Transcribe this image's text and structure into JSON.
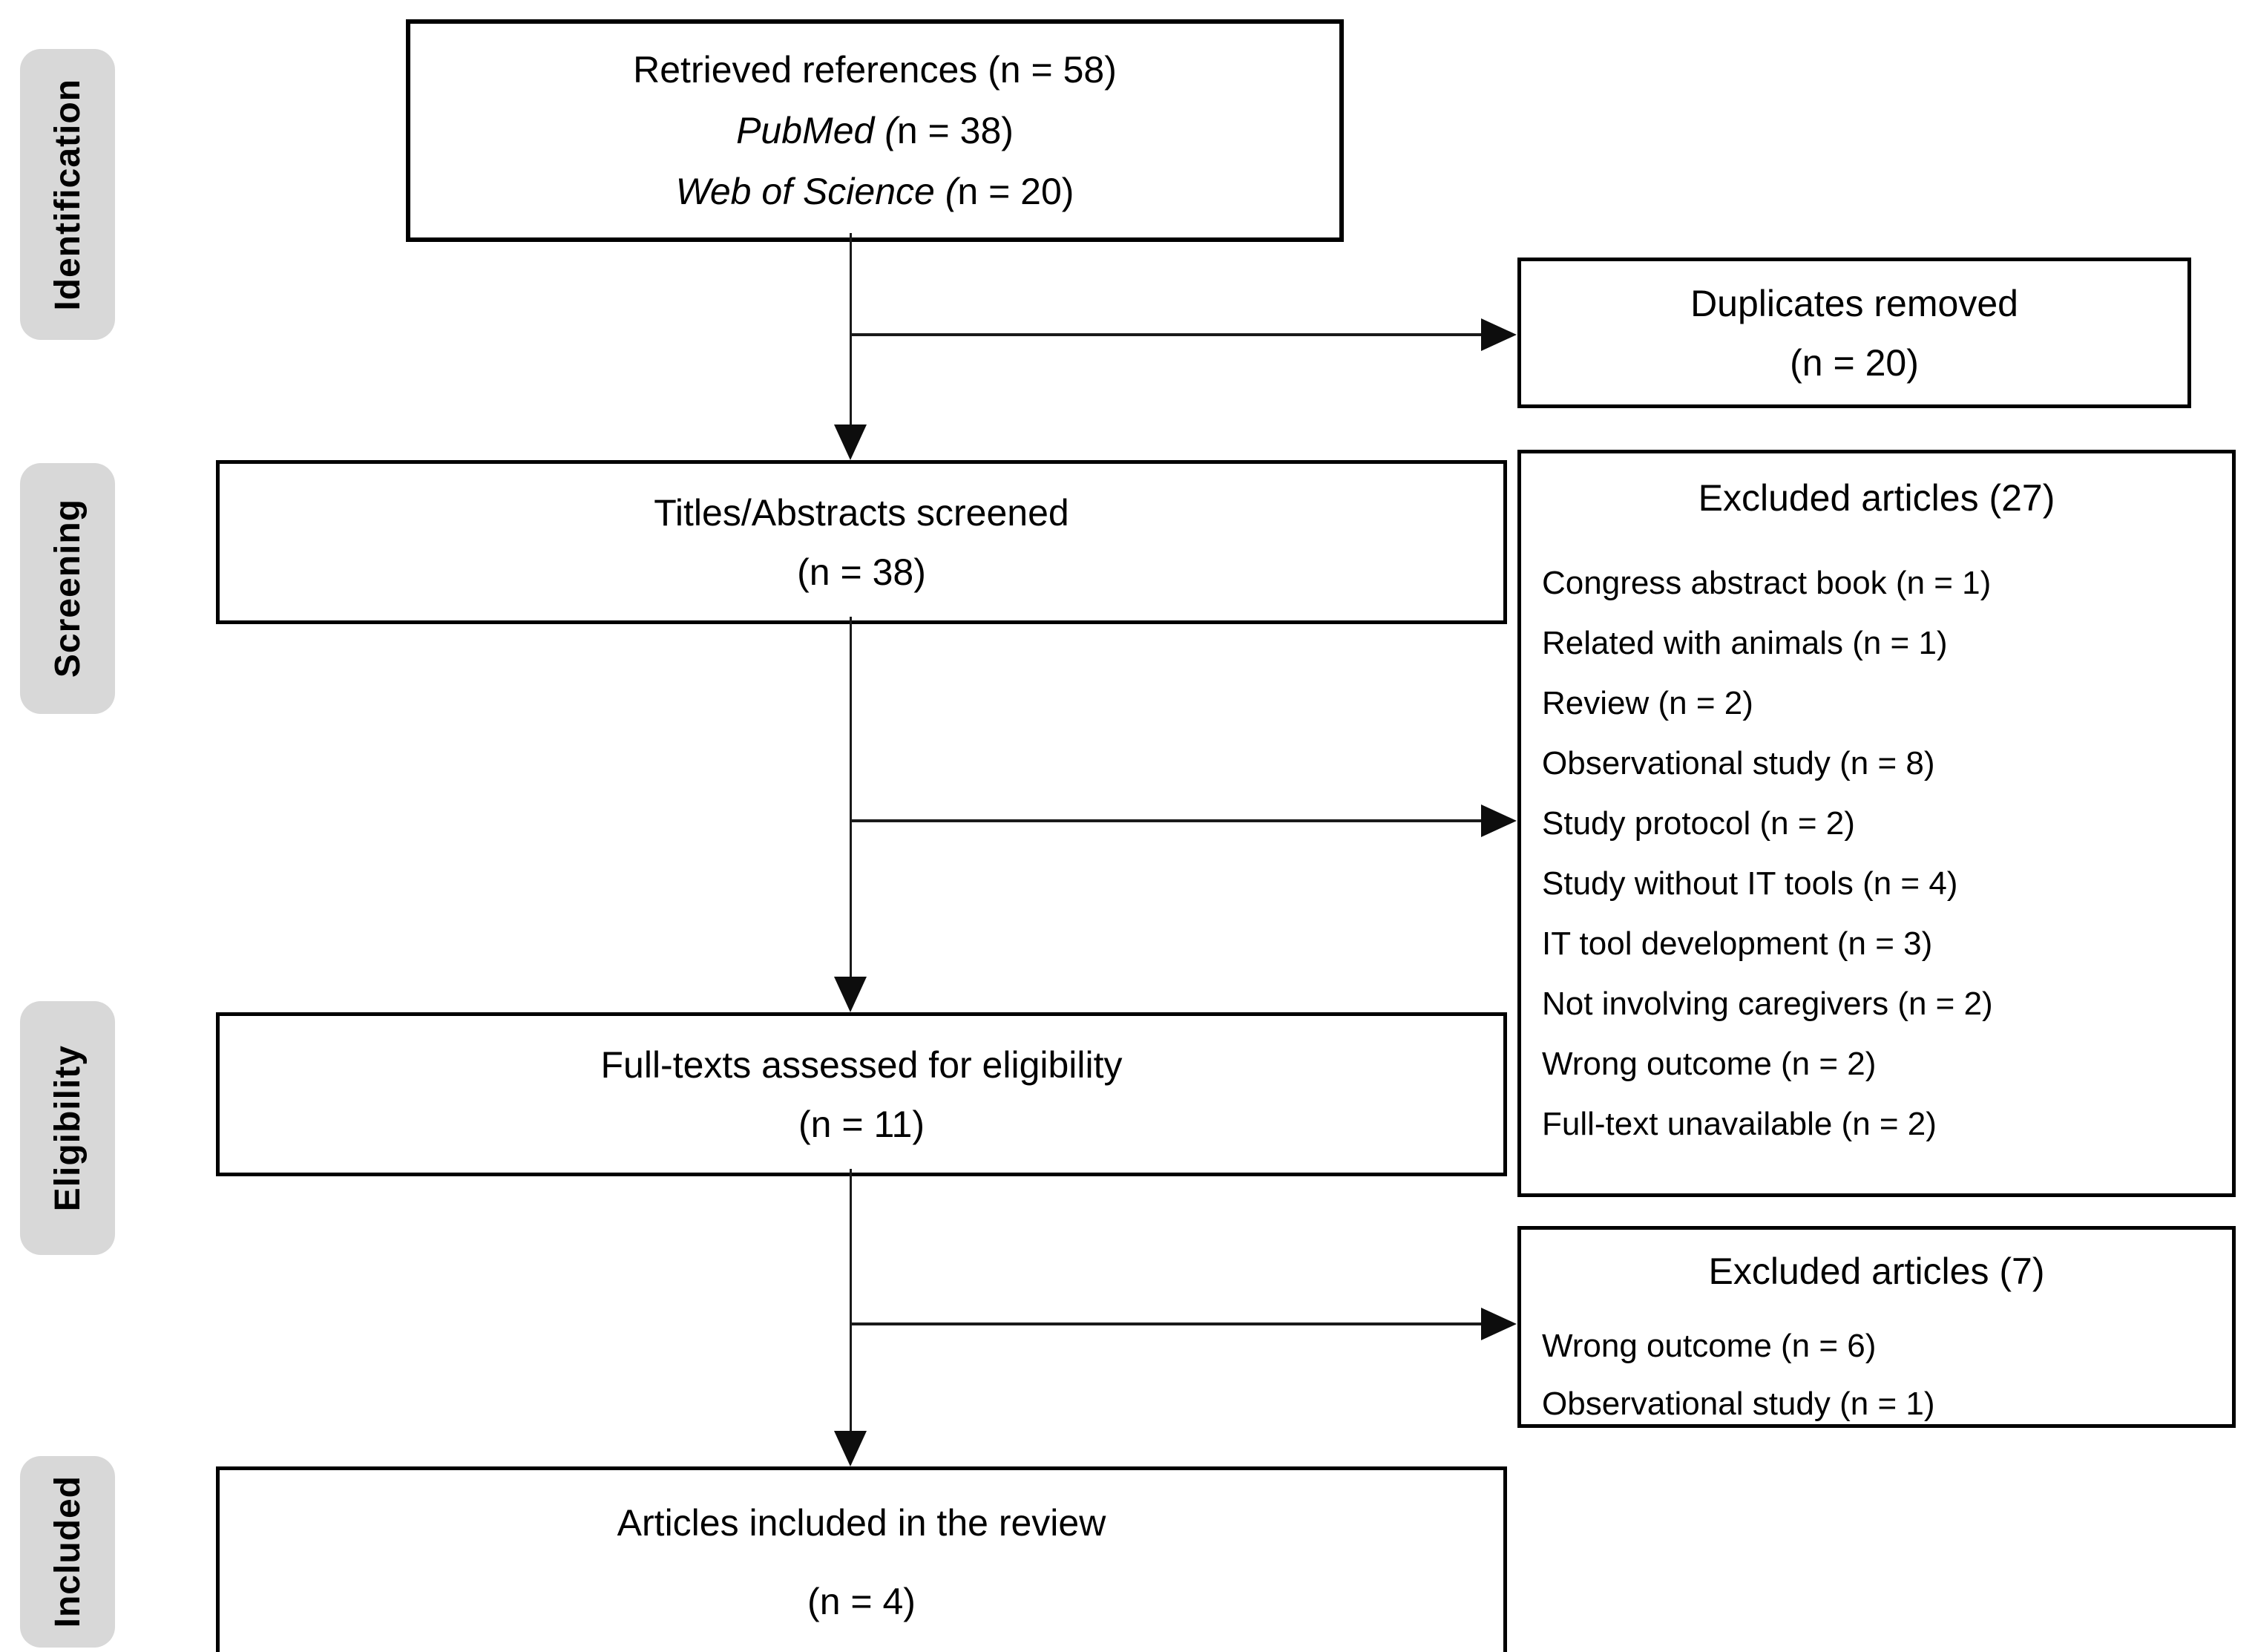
{
  "figure": {
    "stages": [
      {
        "label": "Identification"
      },
      {
        "label": "Screening"
      },
      {
        "label": "Eligibility"
      },
      {
        "label": "Included"
      }
    ],
    "boxes": {
      "retrieved": {
        "line1": "Retrieved references (n = 58)",
        "line2_source": "PubMed (",
        "line2_count": "n = 38)",
        "line3_source": "Web of Science (",
        "line3_count": "n = 20)"
      },
      "duplicates": {
        "line1": "Duplicates removed",
        "line2": "(n = 20)"
      },
      "screened": {
        "line1": "Titles/Abstracts screened",
        "line2": "(n = 38)"
      },
      "excluded_screening": {
        "title": "Excluded articles (27)",
        "items": [
          "Congress abstract book (n = 1)",
          "Related with animals (n = 1)",
          "Review (n = 2)",
          "Observational study (n = 8)",
          "Study protocol (n = 2)",
          "Study without IT tools (n = 4)",
          "IT tool development (n = 3)",
          "Not involving caregivers (n = 2)",
          "Wrong outcome (n = 2)",
          "Full-text unavailable (n = 2)"
        ]
      },
      "fulltexts": {
        "line1": "Full-texts assessed for eligibility",
        "line2": "(n = 11)"
      },
      "excluded_eligibility": {
        "title": "Excluded articles (7)",
        "items": [
          "Wrong outcome (n = 6)",
          "Observational study (n = 1)"
        ]
      },
      "included": {
        "line1": "Articles included in the review",
        "line2": "(n = 4)"
      }
    }
  }
}
